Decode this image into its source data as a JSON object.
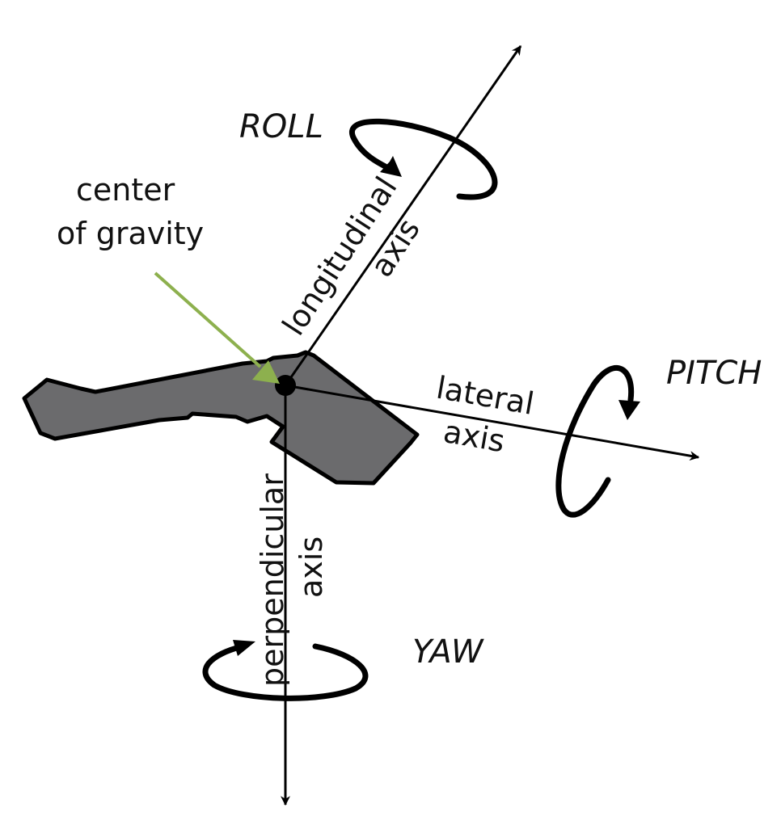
{
  "title": "Aircraft axes of rotation",
  "colors": {
    "line": "#000000",
    "body_fill": "#6b6b6d",
    "cg_arrow": "#8db04e",
    "background": "#ffffff"
  },
  "labels": {
    "roll": "ROLL",
    "pitch": "PITCH",
    "yaw": "YAW",
    "center_of_gravity_line1": "center",
    "center_of_gravity_line2": "of gravity",
    "longitudinal_line1": "longitudinal",
    "longitudinal_line2": "axis",
    "lateral_line1": "lateral",
    "lateral_line2": "axis",
    "perpendicular_line1": "perpendicular",
    "perpendicular_line2": "axis"
  },
  "axes": [
    {
      "name": "longitudinal",
      "rotation": "roll"
    },
    {
      "name": "lateral",
      "rotation": "pitch"
    },
    {
      "name": "perpendicular",
      "rotation": "yaw"
    }
  ]
}
